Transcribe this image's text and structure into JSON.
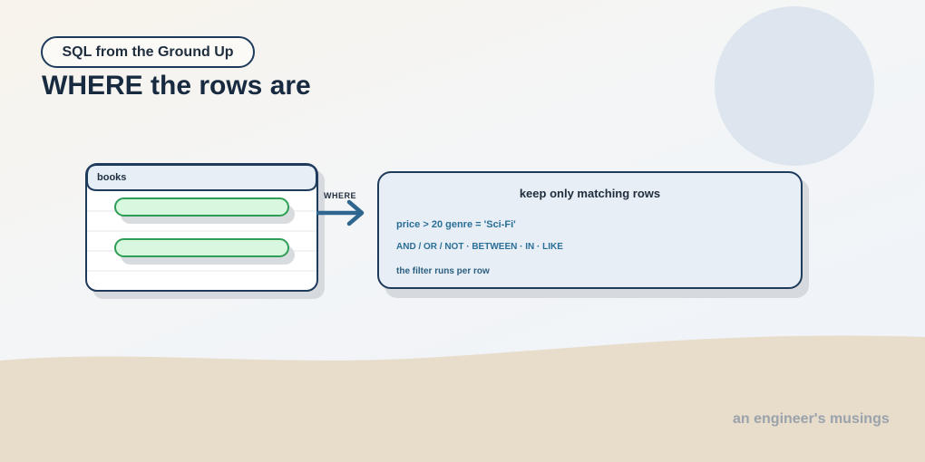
{
  "header": {
    "series_label": "SQL from the Ground Up",
    "title": "WHERE the rows are"
  },
  "diagram": {
    "table_name": "books",
    "arrow_label": "WHERE",
    "result_title": "keep only matching rows",
    "condition_line": "price > 20 genre = 'Sci-Fi'",
    "operators_line": "AND / OR / NOT · BETWEEN · IN · LIKE",
    "note_line": "the filter runs per row"
  },
  "footer": {
    "brand": "an engineer's musings"
  },
  "colors": {
    "navy": "#1f3b5c",
    "accent_blue": "#2a6f97",
    "highlight_green": "#d8f7df",
    "highlight_border": "#2e9e57",
    "sand": "#e8dccb",
    "circle": "#dde6ee"
  }
}
